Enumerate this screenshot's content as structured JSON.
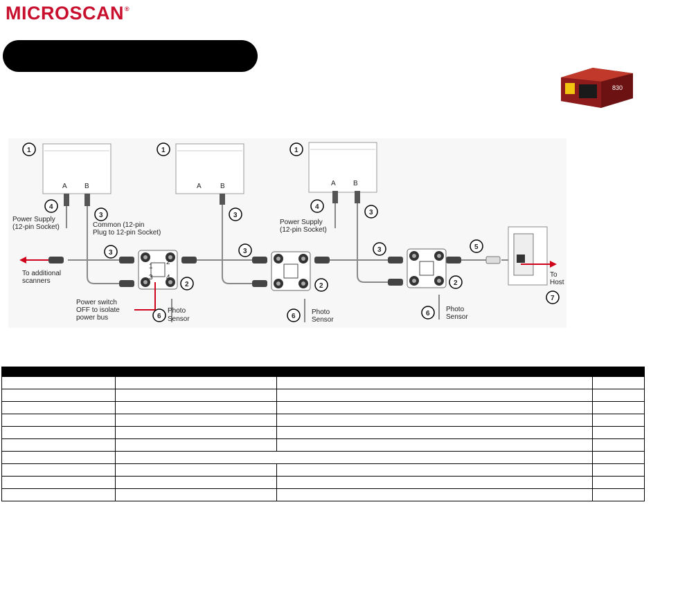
{
  "brand": {
    "name": "MICROSCAN",
    "registered": "®"
  },
  "product_badge": "830",
  "diagram": {
    "callouts": [
      "1",
      "2",
      "3",
      "4",
      "5",
      "6",
      "7"
    ],
    "port_a": "A",
    "port_b": "B",
    "power_supply": [
      "Power Supply",
      "(12-pin Socket)"
    ],
    "common": [
      "Common (12-pin",
      "Plug to 12-pin Socket)"
    ],
    "to_additional": [
      "To additional",
      "scanners"
    ],
    "power_switch": [
      "Power switch",
      "OFF to isolate",
      "power bus"
    ],
    "photo_sensor": [
      "Photo",
      "Sensor"
    ],
    "to_host": [
      "To",
      "Host"
    ],
    "port_nums": [
      "1",
      "2",
      "3",
      "4"
    ]
  },
  "table": {
    "rows": 10
  }
}
